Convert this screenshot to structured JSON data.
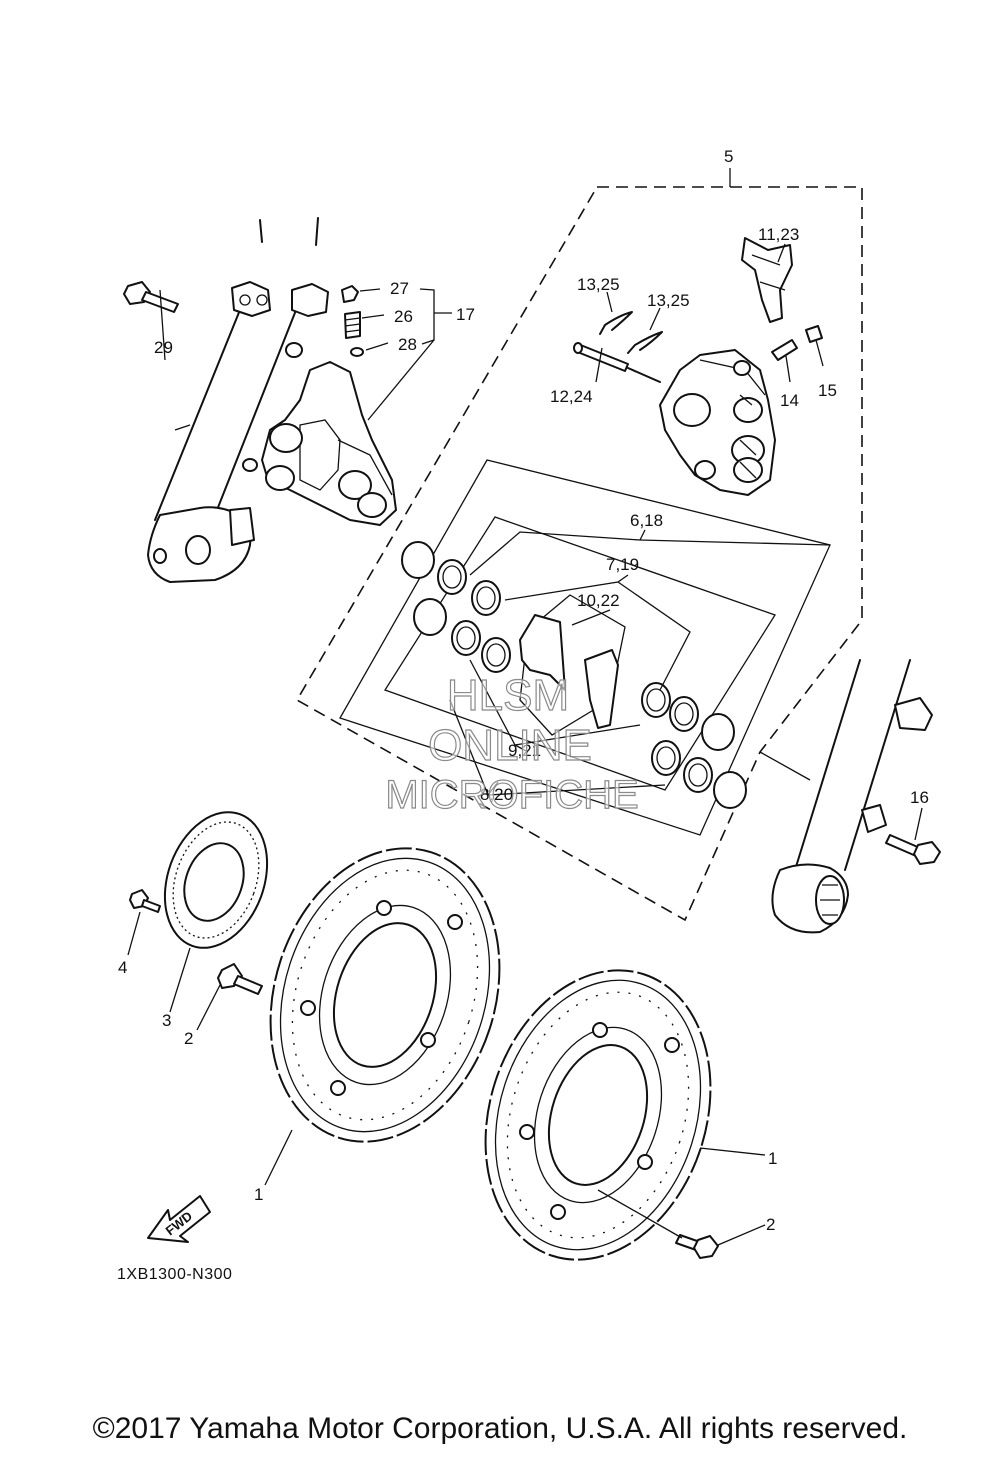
{
  "callouts": {
    "c1a": "1",
    "c1b": "1",
    "c2a": "2",
    "c2b": "2",
    "c3": "3",
    "c4": "4",
    "c5": "5",
    "c6_18": "6,18",
    "c7_19": "7,19",
    "c8_20": "8,20",
    "c9_21": "9,21",
    "c10_22": "10,22",
    "c11_23": "11,23",
    "c12_24": "12,24",
    "c13_25a": "13,25",
    "c13_25b": "13,25",
    "c14": "14",
    "c15": "15",
    "c16": "16",
    "c17": "17",
    "c26": "26",
    "c27": "27",
    "c28": "28",
    "c29": "29"
  },
  "fwd_label": "FWD",
  "watermark": {
    "line1": "HLSM",
    "line2": "ONLINE",
    "line3": "MICROFICHE"
  },
  "part_code": "1XB1300-N300",
  "copyright": "©2017 Yamaha Motor Corporation, U.S.A. All rights reserved."
}
